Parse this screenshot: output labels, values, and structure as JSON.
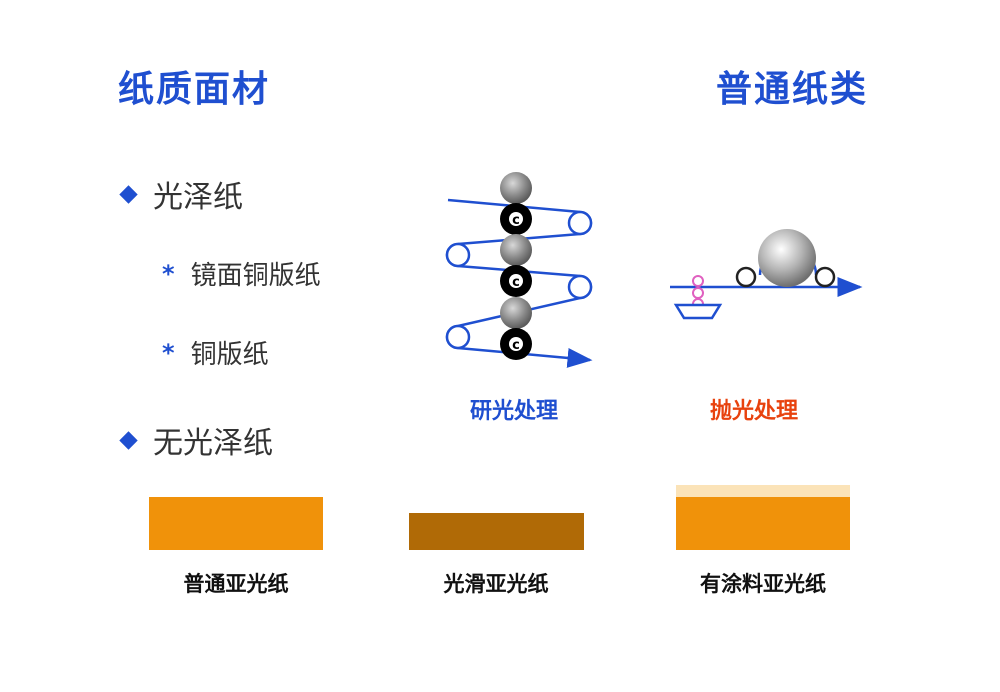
{
  "header": {
    "left_title": "纸质面材",
    "right_title": "普通纸类"
  },
  "bullets": [
    {
      "type": "main",
      "text": "光泽纸"
    },
    {
      "type": "sub",
      "symbol": "*",
      "text": "镜面铜版纸"
    },
    {
      "type": "sub",
      "symbol": "*",
      "text": "铜版纸"
    },
    {
      "type": "main",
      "text": "无光泽纸"
    }
  ],
  "diagrams": {
    "calendering": {
      "caption": "研光处理",
      "caption_color": "#1f4fd0",
      "roller_mark": "c"
    },
    "polishing": {
      "caption": "抛光处理",
      "caption_color": "#e8420e"
    }
  },
  "samples": [
    {
      "label": "普通亚光纸",
      "color": "#f0920a"
    },
    {
      "label": "光滑亚光纸",
      "color": "#b06a06"
    },
    {
      "label": "有涂料亚光纸",
      "color": "#f0920a",
      "coating_color": "#fbe3b8"
    }
  ],
  "colors": {
    "accent": "#1f4fd0",
    "line": "#1f4fd0"
  }
}
